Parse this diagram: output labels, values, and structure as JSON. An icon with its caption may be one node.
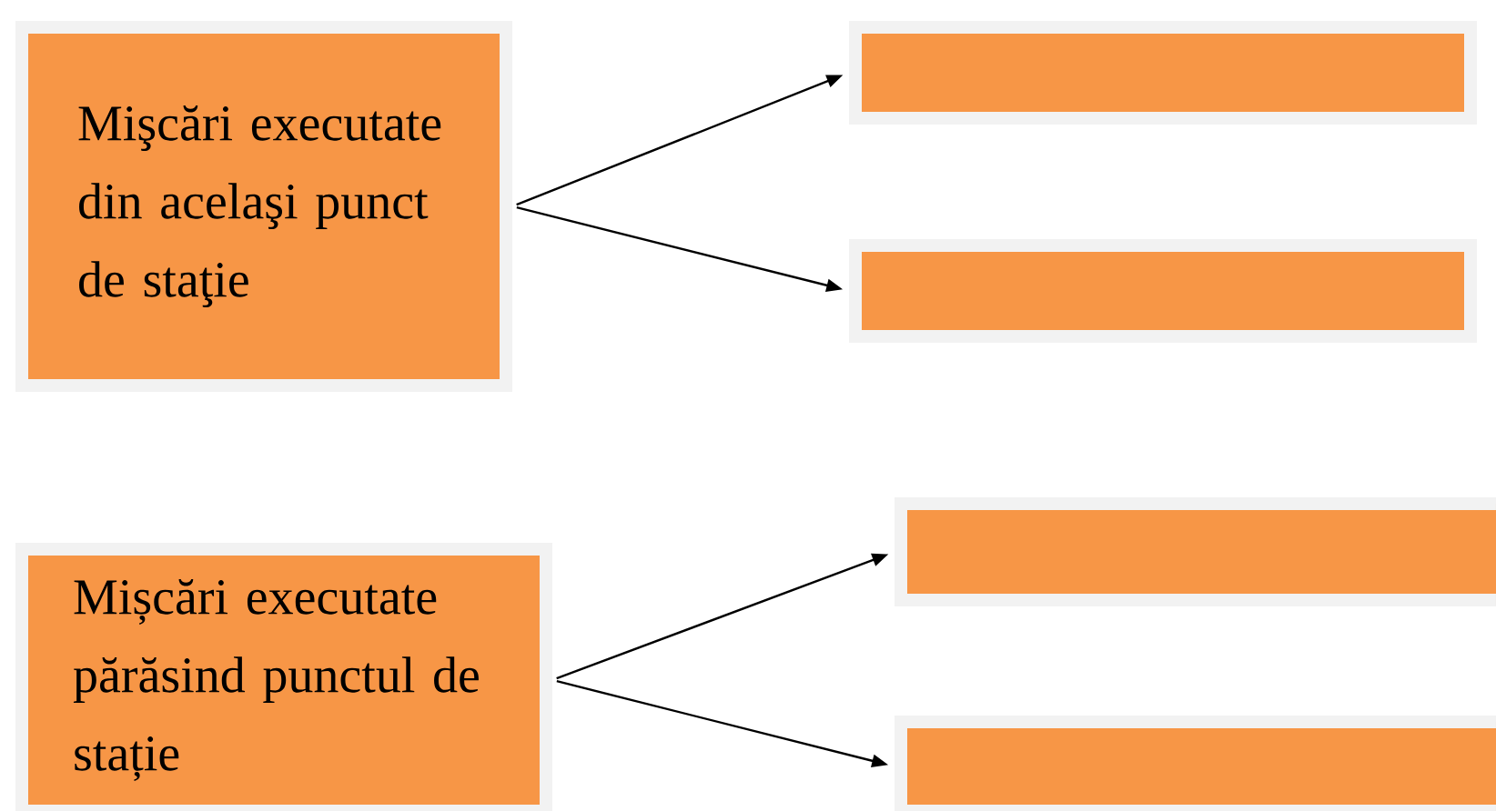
{
  "diagram": {
    "nodes": [
      {
        "text": [
          "Mişcări executate din acelaşi punct de staţie"
        ]
      },
      {
        "text": [],
        "shape": "box"
      },
      {
        "text": [],
        "shape": "box"
      },
      {
        "text": [
          "Mișcări executate părăsind punctul de stație"
        ]
      },
      {
        "text": [],
        "shape": "box"
      },
      {
        "text": [],
        "shape": "box"
      }
    ],
    "edges": [
      {
        "from": 0,
        "to": 1,
        "arrow": "to"
      },
      {
        "from": 0,
        "to": 2,
        "arrow": "to"
      },
      {
        "from": 3,
        "to": 4,
        "arrow": "to"
      },
      {
        "from": 3,
        "to": 5,
        "arrow": "to"
      }
    ]
  }
}
